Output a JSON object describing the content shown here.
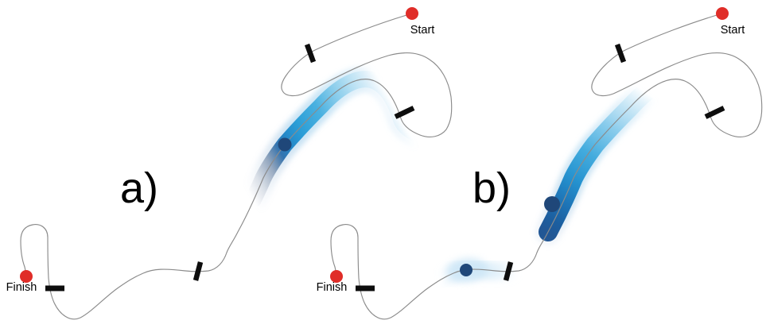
{
  "figure": {
    "panel_a": {
      "label": "a)",
      "start_label": "Start",
      "finish_label": "Finish"
    },
    "panel_b": {
      "label": "b)",
      "start_label": "Start",
      "finish_label": "Finish"
    },
    "colors": {
      "endpoint_dot_red": "#e02d28",
      "position_dot_navy": "#1f4779",
      "distribution_blue": "#2ba1d8",
      "distribution_light_blue": "#cfe7f7",
      "path_gray": "#8b8b8b",
      "tick_black": "#0d0d0d",
      "label_black": "#000000"
    }
  }
}
